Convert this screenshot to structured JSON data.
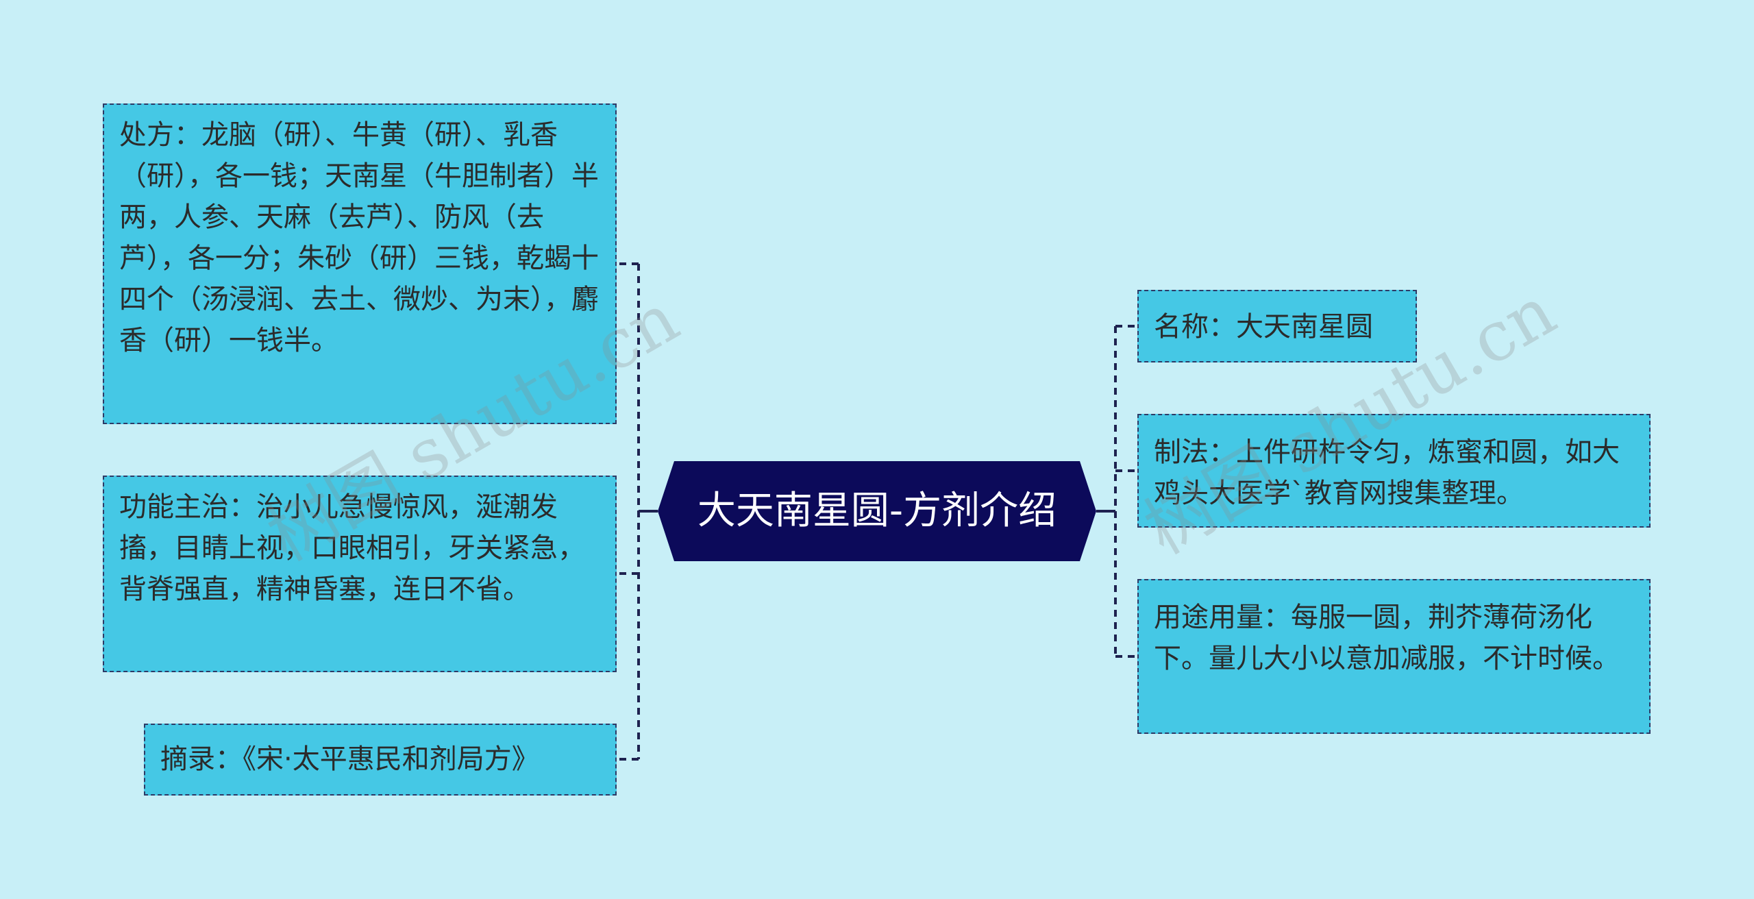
{
  "center": {
    "title": "大天南星圆-方剂介绍"
  },
  "left_nodes": {
    "chufang": "处方：龙脑（研）、牛黄（研）、乳香（研），各一钱；天南星（牛胆制者）半两，人参、天麻（去芦）、防风（去芦），各一分；朱砂（研）三钱，乾蝎十四个（汤浸润、去土、微炒、为末），麝香（研）一钱半。",
    "gongneng": "功能主治：治小儿急慢惊风，涎潮发搐，目睛上视，口眼相引，牙关紧急，背脊强直，精神昏塞，连日不省。",
    "zhailu": "摘录：《宋·太平惠民和剂局方》"
  },
  "right_nodes": {
    "mingcheng": "名称：大天南星圆",
    "zhifa": "制法：上件研杵令匀，炼蜜和圆，如大鸡头大医学`教育网搜集整理。",
    "yongtu": "用途用量：每服一圆，荆芥薄荷汤化下。量儿大小以意加减服，不计时候。"
  },
  "watermark": {
    "text": "树图 shutu.cn"
  },
  "colors": {
    "background": "#c8eff7",
    "node_fill": "#45c8e5",
    "node_border": "#2d3a66",
    "center_fill": "#0c0a5a",
    "center_text": "#ffffff"
  }
}
